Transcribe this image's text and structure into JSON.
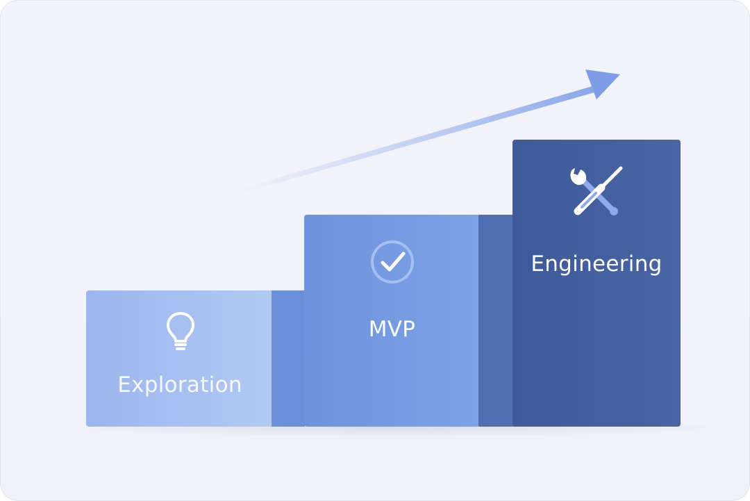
{
  "diagram": {
    "type": "staircase-progression",
    "stages": [
      {
        "label": "Exploration",
        "icon": "lightbulb-icon",
        "color": "#a9c1f1"
      },
      {
        "label": "MVP",
        "icon": "checkmark-circle-icon",
        "color": "#7ea2e6"
      },
      {
        "label": "Engineering",
        "icon": "wrench-screwdriver-icon",
        "color": "#4a65a4"
      }
    ],
    "trend_arrow": {
      "icon": "upward-arrow-icon",
      "color": "#7e9de6"
    },
    "background_color": "#f2f3fa"
  }
}
